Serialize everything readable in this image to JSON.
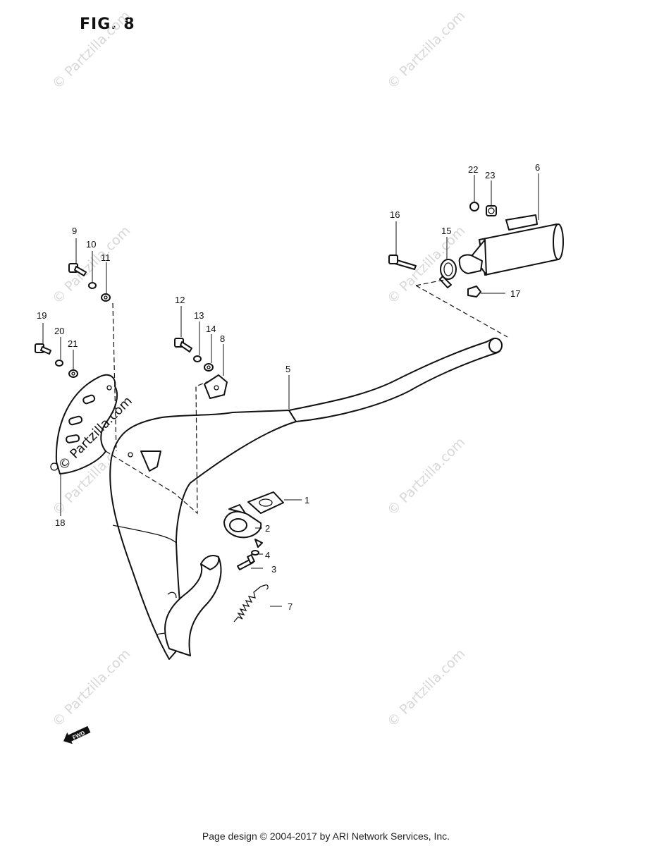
{
  "figure_title": "FIG. 8",
  "watermark_text": "© Partzilla.com",
  "fwd_badge": "FWD",
  "footer": "Page design © 2004-2017 by ARI Network Services, Inc.",
  "callouts": [
    "1",
    "2",
    "3",
    "4",
    "5",
    "6",
    "7",
    "8",
    "9",
    "10",
    "11",
    "12",
    "13",
    "14",
    "15",
    "16",
    "17",
    "18",
    "19",
    "20",
    "21",
    "22",
    "23"
  ]
}
